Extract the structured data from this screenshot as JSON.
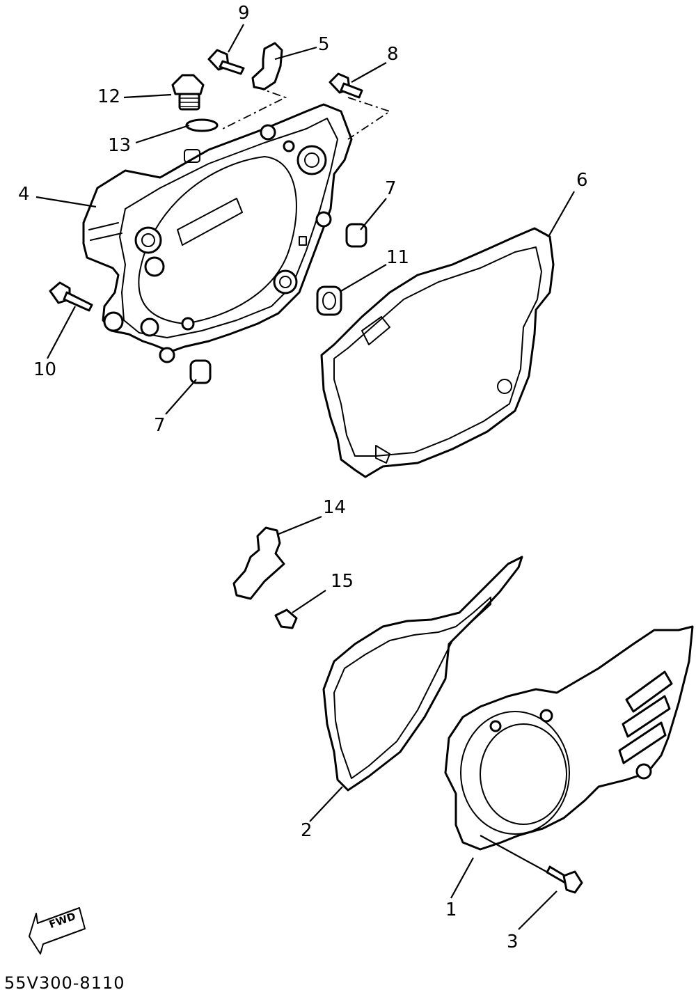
{
  "callouts": {
    "c1": "1",
    "c2": "2",
    "c3": "3",
    "c4": "4",
    "c5": "5",
    "c6": "6",
    "c7a": "7",
    "c7b": "7",
    "c8": "8",
    "c9": "9",
    "c10": "10",
    "c11": "11",
    "c12": "12",
    "c13": "13",
    "c14": "14",
    "c15": "15"
  },
  "fwd_arrow": "FWD",
  "drawing_code": "55V300-8110"
}
